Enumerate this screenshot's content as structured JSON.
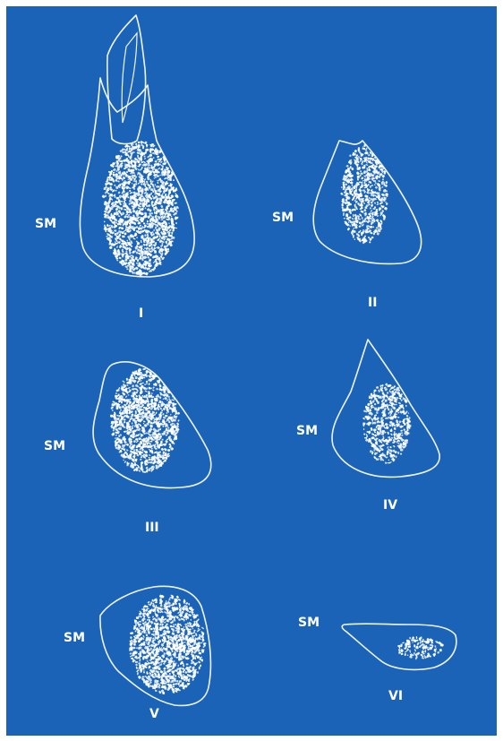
{
  "colors": {
    "background": "#1b63b7",
    "outline": "#eef3fb",
    "speckle": "#ffffff",
    "frame": "#ffffff"
  },
  "sections": [
    {
      "id": "I",
      "label": "I",
      "side_label": "SM",
      "density": 1.0
    },
    {
      "id": "II",
      "label": "II",
      "side_label": "SM",
      "density": 0.85
    },
    {
      "id": "III",
      "label": "III",
      "side_label": "SM",
      "density": 1.0
    },
    {
      "id": "IV",
      "label": "IV",
      "side_label": "SM",
      "density": 0.8
    },
    {
      "id": "V",
      "label": "V",
      "side_label": "SM",
      "density": 1.0
    },
    {
      "id": "VI",
      "label": "VI",
      "side_label": "SM",
      "density": 0.7
    }
  ]
}
